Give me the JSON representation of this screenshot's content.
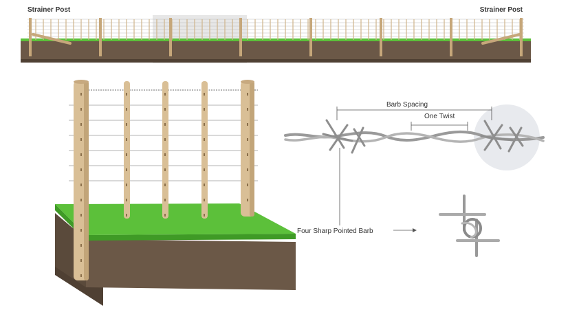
{
  "labels": {
    "strainer_post_left": "Strainer Post",
    "strainer_post_right": "Strainer Post",
    "barb_spacing": "Barb Spacing",
    "one_twist": "One Twist",
    "four_barb": "Four Sharp Pointed Barb"
  },
  "colors": {
    "post": "#d9bf96",
    "post_dark": "#b89a6c",
    "grass": "#5cc03a",
    "grass_dark": "#3f9a26",
    "soil": "#6b5847",
    "soil_dark": "#4f4033",
    "wire": "#9a9a9a",
    "highlight": "#e4e4e4",
    "barb_circle": "#e8eaee"
  }
}
